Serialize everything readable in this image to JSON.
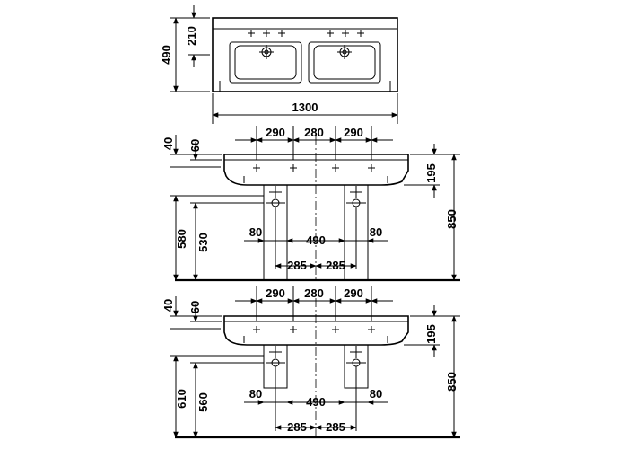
{
  "top_view": {
    "height_total": "490",
    "depth_front": "210",
    "width": "1300"
  },
  "front_view_1": {
    "spacing_left": "290",
    "spacing_mid": "280",
    "spacing_right": "290",
    "rim_a": "40",
    "rim_b": "60",
    "bowl_depth": "195",
    "total_height": "850",
    "floor_a": "580",
    "floor_b": "530",
    "leg_left": "80",
    "leg_right": "80",
    "leg_span": "490",
    "half_left": "285",
    "half_right": "285"
  },
  "front_view_2": {
    "spacing_left": "290",
    "spacing_mid": "280",
    "spacing_right": "290",
    "rim_a": "40",
    "rim_b": "60",
    "bowl_depth": "195",
    "total_height": "850",
    "floor_a": "610",
    "floor_b": "560",
    "leg_left": "80",
    "leg_right": "80",
    "leg_span": "490",
    "half_left": "285",
    "half_right": "285"
  }
}
